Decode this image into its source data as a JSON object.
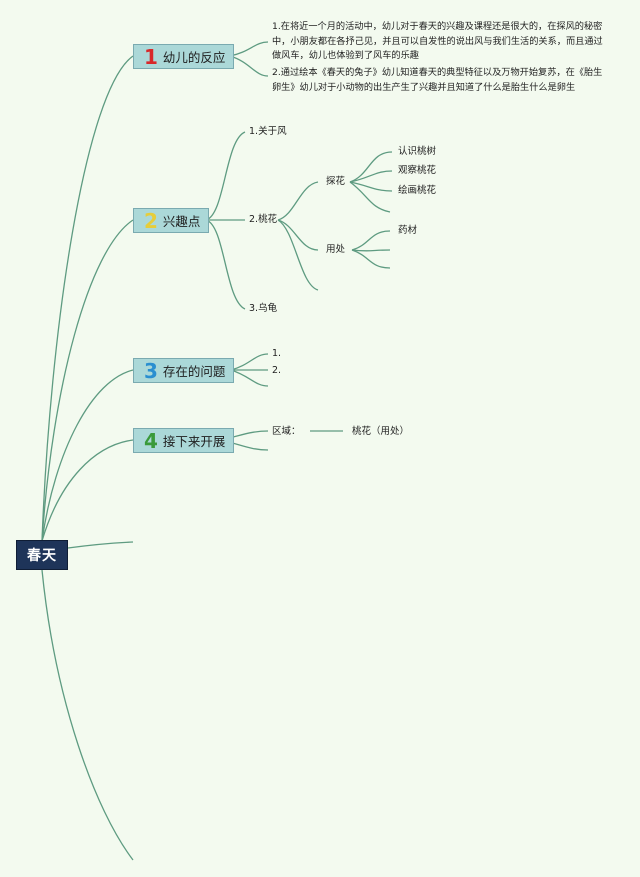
{
  "root": {
    "label": "春天"
  },
  "topics": [
    {
      "num": "1",
      "num_color": "#d8282a",
      "label": "幼儿的反应"
    },
    {
      "num": "2",
      "num_color": "#e6cd3a",
      "label": "兴趣点"
    },
    {
      "num": "3",
      "num_color": "#2a8fd0",
      "label": "存在的问题"
    },
    {
      "num": "4",
      "num_color": "#3a9a3a",
      "label": "接下来开展"
    }
  ],
  "reactions": [
    "1.在将近一个月的活动中，幼儿对于春天的兴趣及课程还是很大的，在探风的秘密中，小朋友都在各抒己见，并且可以自发性的说出风与我们生活的关系，而且通过做风车，幼儿也体验到了风车的乐趣",
    "2.通过绘本《春天的兔子》幼儿知道春天的典型特征以及万物开始复苏，在《胎生卵生》幼儿对于小动物的出生产生了兴趣并且知道了什么是胎生什么是卵生"
  ],
  "interests": {
    "wind": "1.关于风",
    "peach": "2.桃花",
    "turtle": "3.乌龟",
    "explore": "探花",
    "explore_items": [
      "认识桃树",
      "观察桃花",
      "绘画桃花"
    ],
    "use": "用处",
    "use_items": [
      "药材"
    ]
  },
  "problems": [
    "1.",
    "2."
  ],
  "next": {
    "area": "区域：",
    "item": "桃花（用处）"
  },
  "colors": {
    "background": "#f3faef",
    "line": "#5e9b81",
    "topic_fill": "#abd8d8",
    "root_fill": "#1e3459"
  }
}
